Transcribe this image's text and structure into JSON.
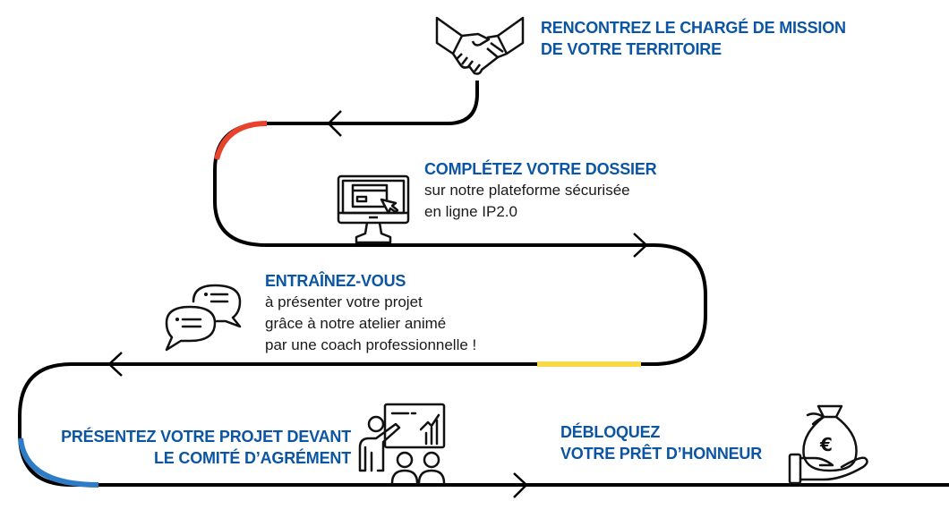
{
  "colors": {
    "title_blue": "#0b55a3",
    "path_black": "#000000",
    "accent_red": "#e8412c",
    "accent_yellow": "#f8d94a",
    "accent_blue": "#2f7cc6"
  },
  "steps": [
    {
      "icon": "handshake-icon",
      "title_lines": [
        "RENCONTREZ LE CHARGÉ DE MISSION",
        "DE VOTRE TERRITOIRE"
      ],
      "desc_lines": []
    },
    {
      "icon": "computer-monitor-icon",
      "title_lines": [
        "COMPLÉTEZ VOTRE DOSSIER"
      ],
      "desc_lines": [
        "sur notre plateforme sécurisée",
        "en ligne IP2.0"
      ]
    },
    {
      "icon": "chat-bubbles-icon",
      "title_lines": [
        "ENTRAÎNEZ-VOUS"
      ],
      "desc_lines": [
        "à présenter votre projet",
        "grâce à notre atelier animé",
        "par une coach professionnelle !"
      ]
    },
    {
      "icon": "presentation-board-icon",
      "title_lines": [
        "PRÉSENTEZ VOTRE PROJET DEVANT",
        "LE COMITÉ D’AGRÉMENT"
      ],
      "desc_lines": []
    },
    {
      "icon": "money-bag-hand-icon",
      "title_lines": [
        "DÉBLOQUEZ",
        "VOTRE PRÊT D’HONNEUR"
      ],
      "desc_lines": []
    }
  ]
}
